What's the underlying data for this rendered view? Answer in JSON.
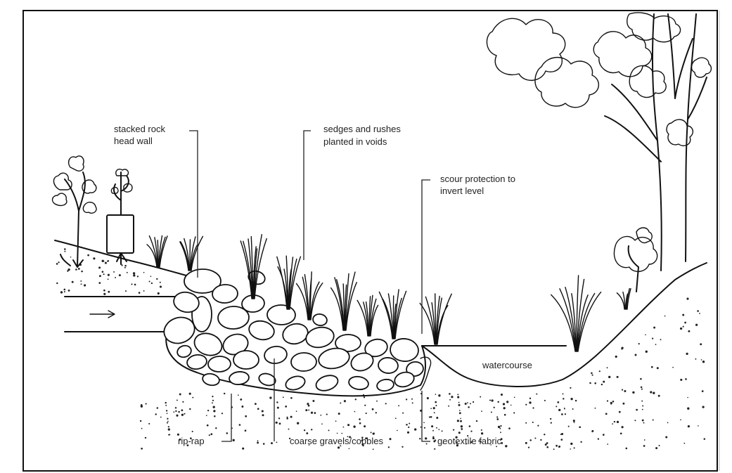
{
  "labels": {
    "stacked_rock_line1": "stacked rock",
    "stacked_rock_line2": "head wall",
    "sedges_line1": "sedges and rushes",
    "sedges_line2": "planted in voids",
    "scour_line1": "scour protection to",
    "scour_line2": "invert level",
    "watercourse": "watercourse",
    "rip_rap": "rip-rap",
    "coarse_gravels": "coarse gravels/cobbles",
    "geotextile": "geotextile fabric"
  }
}
